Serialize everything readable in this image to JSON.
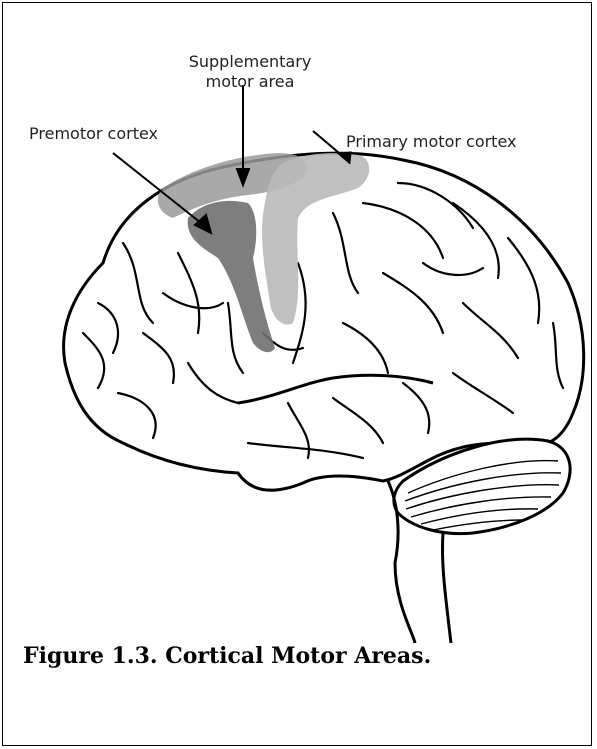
{
  "labels": {
    "supplementary_line1": "Supplementary",
    "supplementary_line2": "motor area",
    "primary": "Primary motor cortex",
    "premotor": "Premotor cortex"
  },
  "caption": "Figure 1.3. Cortical Motor Areas.",
  "colors": {
    "supplementary": "#9a9a9a",
    "primary": "#b9b9b9",
    "premotor": "#707070",
    "outline": "#000000"
  }
}
